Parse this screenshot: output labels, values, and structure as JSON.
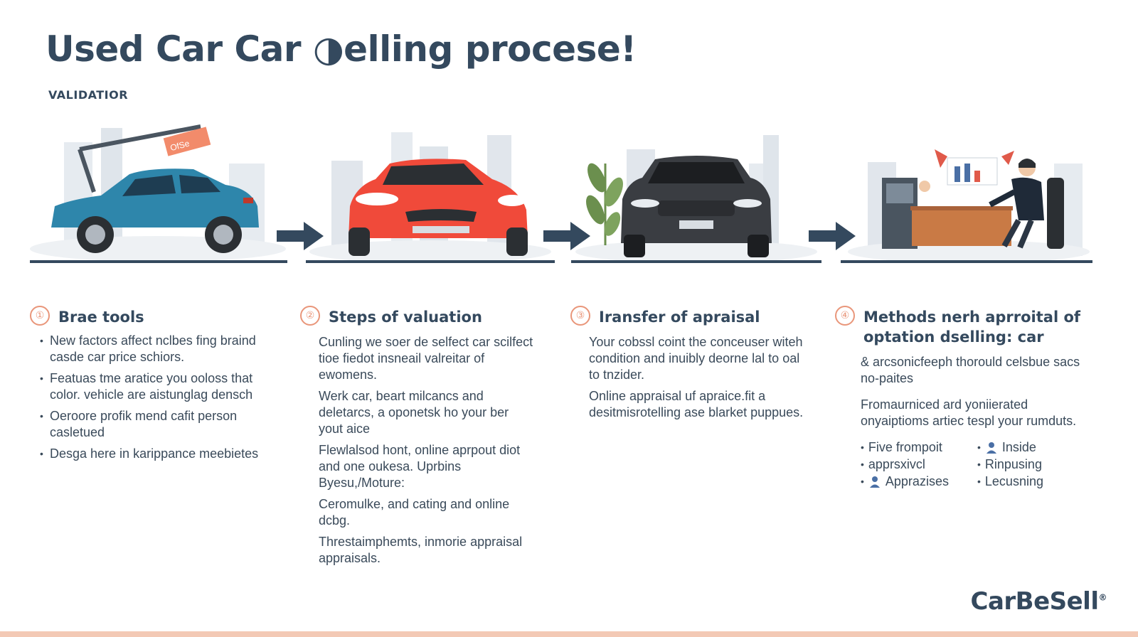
{
  "title": "Used Car Car ◑elling procese!",
  "subtitle": "VALIDATIOR",
  "brand": {
    "name": "CarBeSell",
    "mark": "®"
  },
  "sign_text": "OfSe",
  "colors": {
    "heading": "#34495e",
    "accent": "#e9967a",
    "blue_car": "#2e86ab",
    "red_car": "#f04a3a",
    "dark_car": "#3a3d42"
  },
  "steps": [
    {
      "number": "①",
      "heading": "Brae tools",
      "bullets": [
        "New factors affect nclbes fing braind casde car price schiors.",
        "Featuas tme aratice you ooloss that color. vehicle are aistunglag densch",
        "Oeroore profik mend cafit person casletued",
        "Desga here in karippance meebietes"
      ]
    },
    {
      "number": "②",
      "heading": "Steps of valuation",
      "paragraphs": [
        "Cunling we soer de selfect car scilfect tioe fiedot insneail valreitar of ewomens.",
        "Werk car, beart milcancs and deletarcs, a oponetsk ho your ber yout aice",
        "Flewlalsod hont, online aprpout diot and one oukesa. Uprbins Byesu,/Moture:",
        "Ceromulke, and cating and online dcbg.",
        "Threstaimphemts, inmorie appraisal appraisals."
      ]
    },
    {
      "number": "③",
      "heading": "Iransfer of apraisal",
      "paragraphs": [
        "Your cobssl coint the conceuser witeh condition and inuibly deorne lal to oal to tnzider.",
        "Online appraisal uf apraice.fit a desitmisrotelling ase blarket puppues."
      ]
    },
    {
      "number": "④",
      "heading": "Methods nerh aprroital of optation dselling: car",
      "paragraphs": [
        "& arcsonicfeeph thorould celsbue sacs no-paites",
        "Fromaurniced ard yoniierated onyaiptioms artiec tespl your rumduts."
      ],
      "grid": [
        {
          "label": "Five frompoit",
          "icon": ""
        },
        {
          "label": "Inside",
          "icon": "person-icon"
        },
        {
          "label": "apprsxivcl",
          "icon": ""
        },
        {
          "label": "Rinpusing",
          "icon": ""
        },
        {
          "label": "Apprazises",
          "icon": "person-icon"
        },
        {
          "label": "Lecusning",
          "icon": ""
        }
      ]
    }
  ]
}
